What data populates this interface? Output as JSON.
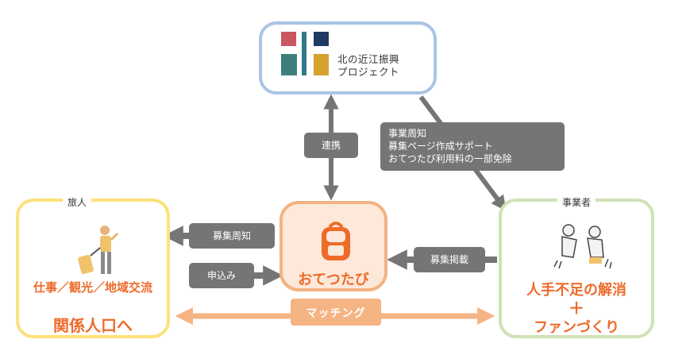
{
  "project": {
    "name_line1": "北の近江振興",
    "name_line2": "プロジェクト",
    "logo_colors": [
      "#c9575f",
      "#1f3a62",
      "#3f7f7a",
      "#d4a22e",
      "#2f7a8a"
    ]
  },
  "links": {
    "renkei": "連携",
    "support_lines": [
      "事業周知",
      "募集ページ作成サポート",
      "おてつたび利用料の一部免除"
    ],
    "boshu_shuchi": "募集周知",
    "moushikomi": "申込み",
    "boshu_keisai": "募集掲載"
  },
  "traveler": {
    "title": "旅人",
    "activities": "仕事／観光／地域交流",
    "goal": "関係人口へ"
  },
  "center": {
    "label": "おてつたび",
    "matching": "マッチング"
  },
  "business": {
    "title": "事業者",
    "line1": "人手不足の解消",
    "plus": "＋",
    "line2": "ファンづくり"
  },
  "colors": {
    "accent_orange": "#ee6b2a",
    "project_border": "#a9c4e4",
    "traveler_border": "#fde17a",
    "business_border": "#cfe2b5",
    "center_border": "#f3b282",
    "arrow_gray": "#757575"
  }
}
